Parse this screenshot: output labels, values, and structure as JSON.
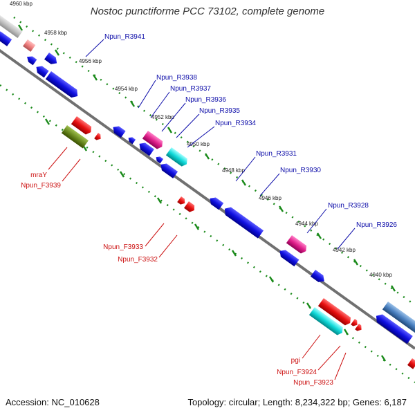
{
  "title": "Nostoc punctiforme PCC 73102, complete genome",
  "footer": {
    "accession": "Accession: NC_010628",
    "stats": "Topology: circular; Length: 8,234,322 bp; Genes: 6,187"
  },
  "scale_labels": [
    "4960 kbp",
    "4958 kbp",
    "4956 kbp",
    "4954 kbp",
    "4952 kbp",
    "4950 kbp",
    "4948 kbp",
    "4946 kbp",
    "4944 kbp",
    "4942 kbp",
    "4940 kbp"
  ],
  "reverse_gene_labels": [
    "Npun_R3941",
    "Npun_R3938",
    "Npun_R3937",
    "Npun_R3936",
    "Npun_R3935",
    "Npun_R3934",
    "Npun_R3931",
    "Npun_R3930",
    "Npun_R3928",
    "Npun_R3926"
  ],
  "forward_gene_labels": [
    "mraY",
    "Npun_F3939",
    "Npun_F3933",
    "Npun_F3932",
    "pgi",
    "Npun_F3924",
    "Npun_F3923"
  ],
  "colors": {
    "reverse_strand_gene": "#1010e0",
    "forward_strand_gene": "#e81010",
    "label_reverse": "#0a0aa8",
    "label_forward": "#cc1111",
    "backbone": "#777777",
    "tick_dots": "#1a8a1a"
  }
}
